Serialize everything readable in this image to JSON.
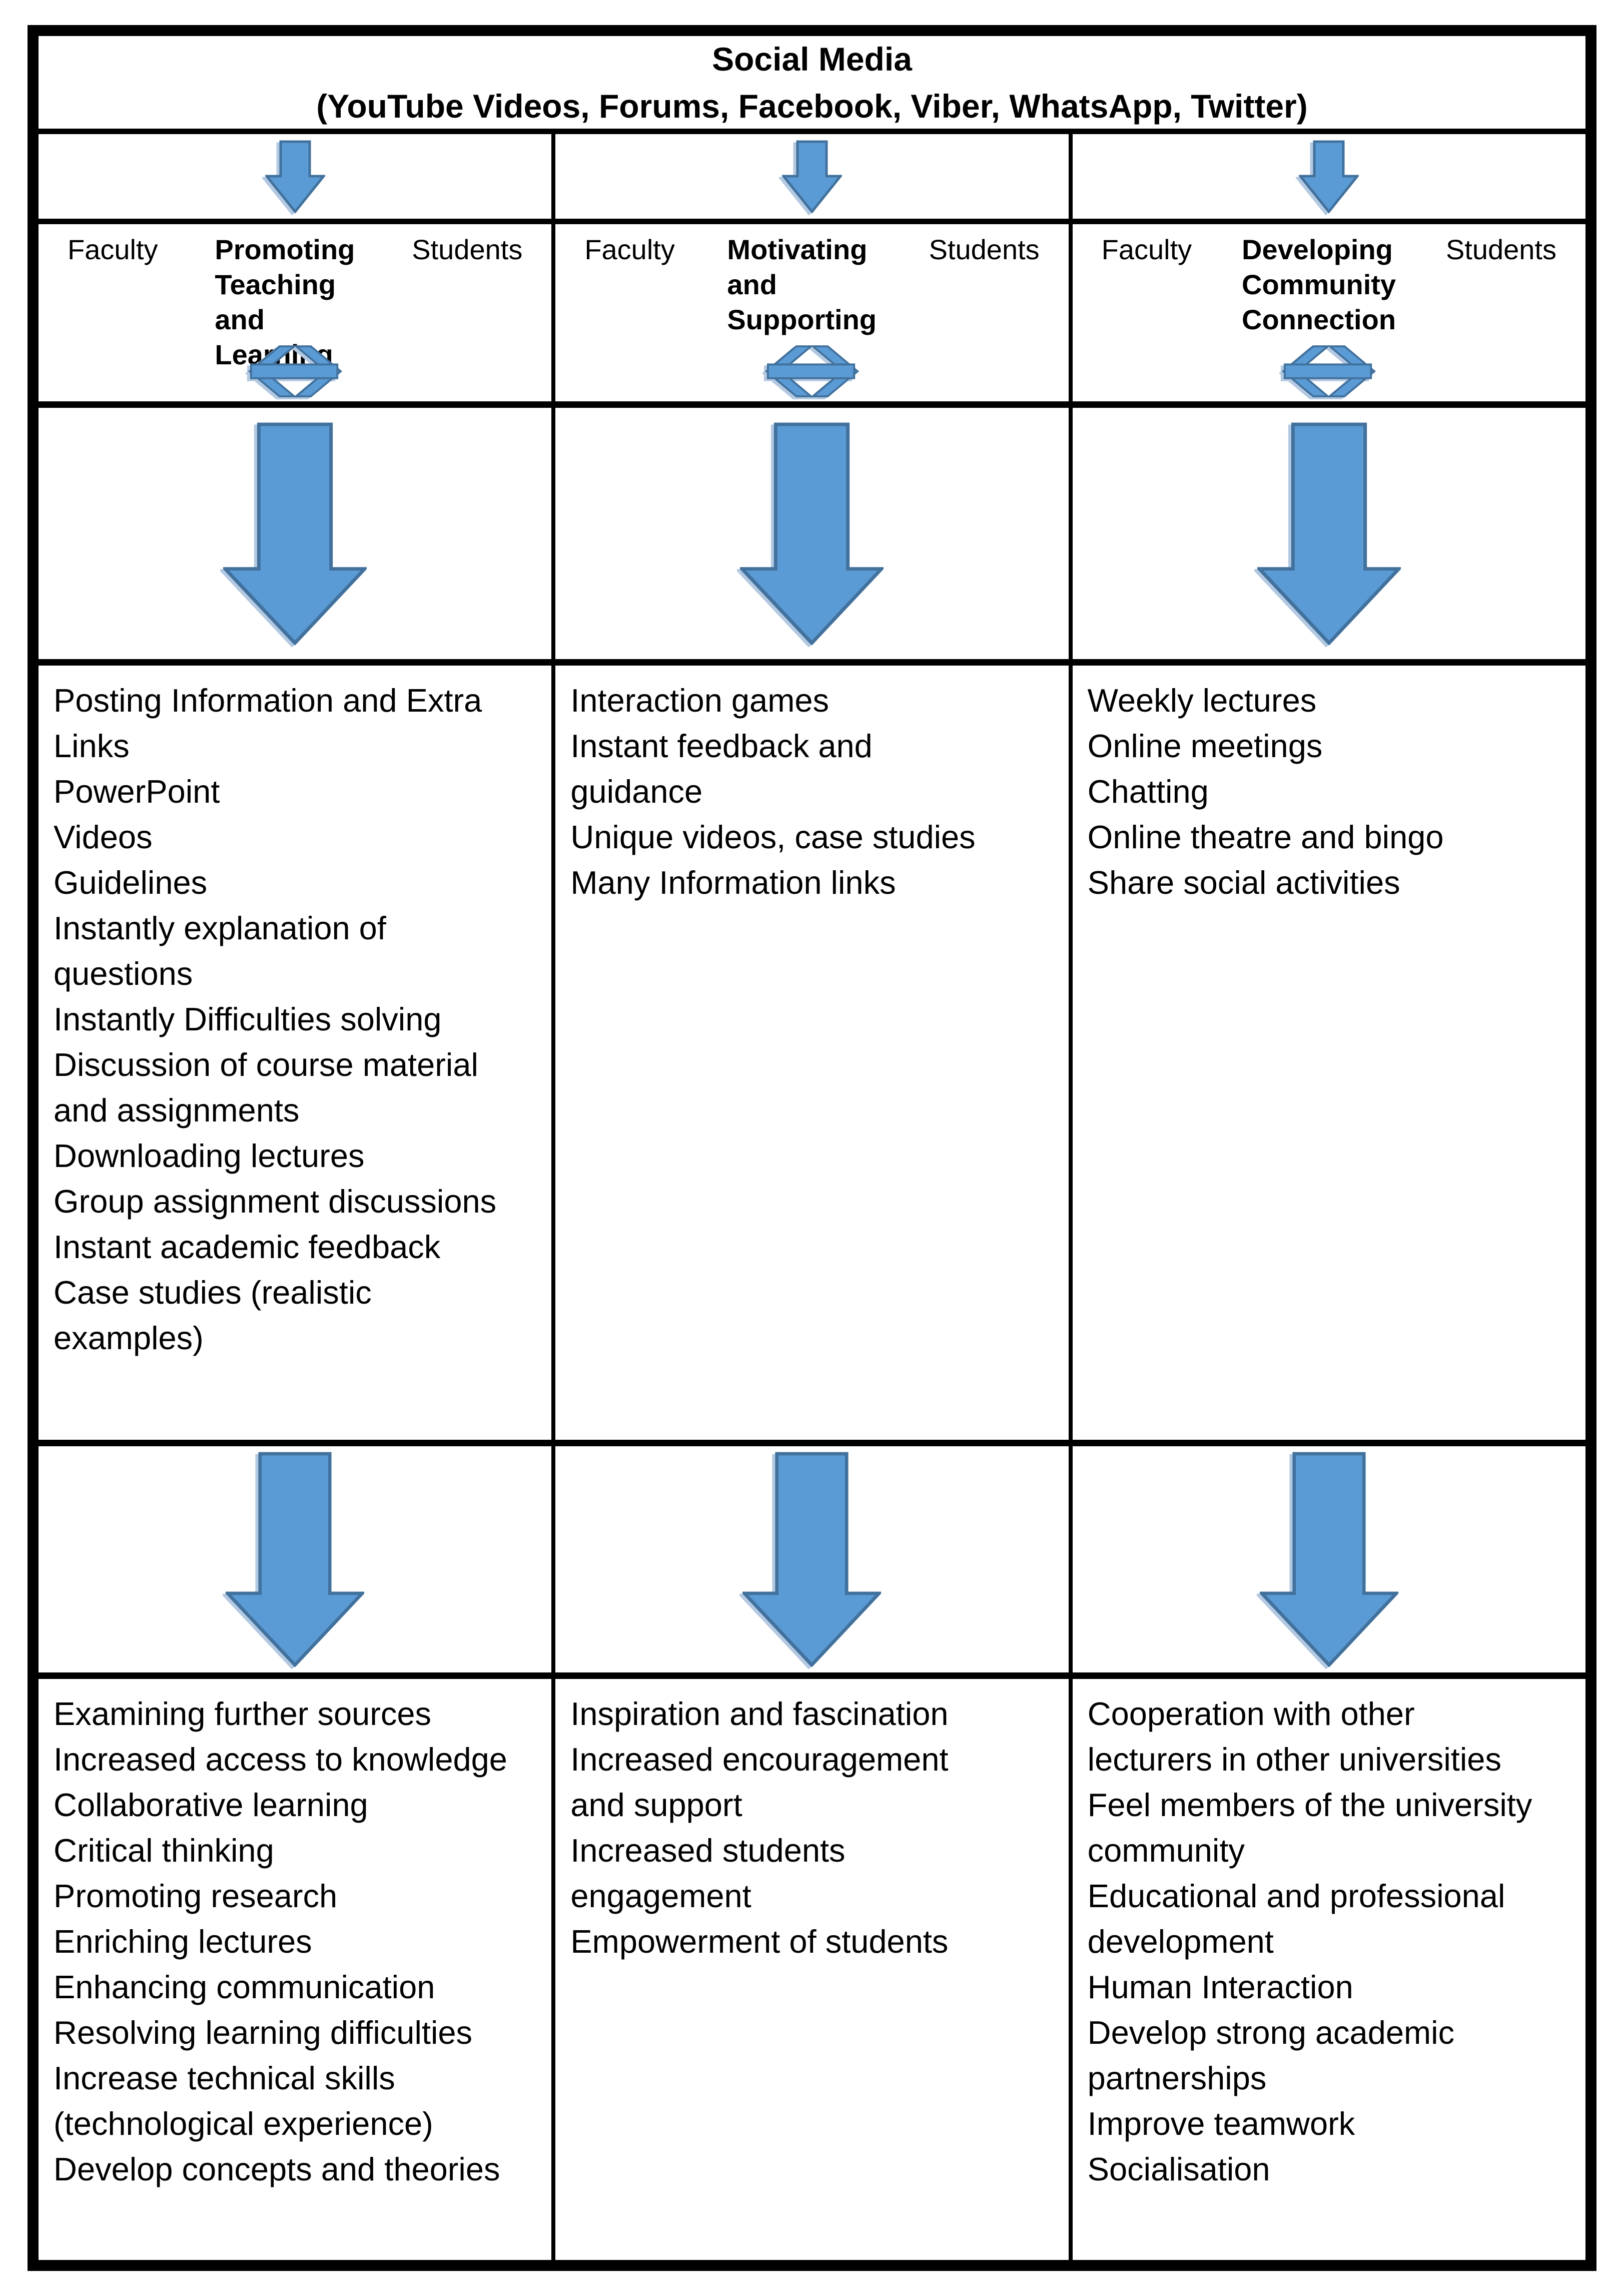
{
  "header": {
    "title": "Social Media",
    "subtitle": "(YouTube Videos, Forums, Facebook, Viber, WhatsApp, Twitter)"
  },
  "colors": {
    "arrow_fill": "#5B9BD5",
    "arrow_stroke": "#41719C",
    "arrow_shadow": "#B3C9E2",
    "border": "#000000",
    "background": "#FFFFFF",
    "text": "#000000"
  },
  "icons": {
    "down_arrow": "down-arrow-icon",
    "left_right_arrow": "left-right-arrow-icon"
  },
  "columns": [
    {
      "faculty_label": "Faculty",
      "students_label": "Students",
      "role_title": "Promoting\nTeaching\nand\nLearning",
      "activities": [
        "Posting Information and Extra\nLinks",
        "PowerPoint",
        "Videos",
        "Guidelines",
        "Instantly explanation of\nquestions",
        "Instantly Difficulties solving",
        "Discussion of course material\nand assignments",
        "Downloading lectures",
        "Group assignment discussions",
        "Instant academic feedback",
        "Case studies (realistic\nexamples)"
      ],
      "outcomes": [
        "Examining further sources",
        "Increased access to knowledge",
        "Collaborative learning",
        "Critical thinking",
        "Promoting research",
        "Enriching lectures",
        "Enhancing communication",
        "Resolving learning difficulties",
        "Increase technical skills\n(technological experience)",
        "Develop concepts and theories"
      ]
    },
    {
      "faculty_label": "Faculty",
      "students_label": "Students",
      "role_title": "Motivating\nand\nSupporting",
      "activities": [
        "Interaction games",
        "Instant feedback and\nguidance",
        "Unique videos, case studies",
        "Many Information links"
      ],
      "outcomes": [
        "Inspiration and fascination",
        "Increased encouragement\nand support",
        "Increased students\nengagement",
        "Empowerment of students"
      ]
    },
    {
      "faculty_label": "Faculty",
      "students_label": "Students",
      "role_title": "Developing\nCommunity\nConnection",
      "activities": [
        "Weekly lectures",
        "Online meetings",
        "Chatting",
        "Online theatre and bingo",
        "Share social activities"
      ],
      "outcomes": [
        "Cooperation with other\nlecturers in other universities",
        "Feel members of the university\ncommunity",
        "Educational and professional\ndevelopment",
        "Human Interaction",
        "Develop strong academic\npartnerships",
        "Improve teamwork",
        "Socialisation"
      ]
    }
  ]
}
